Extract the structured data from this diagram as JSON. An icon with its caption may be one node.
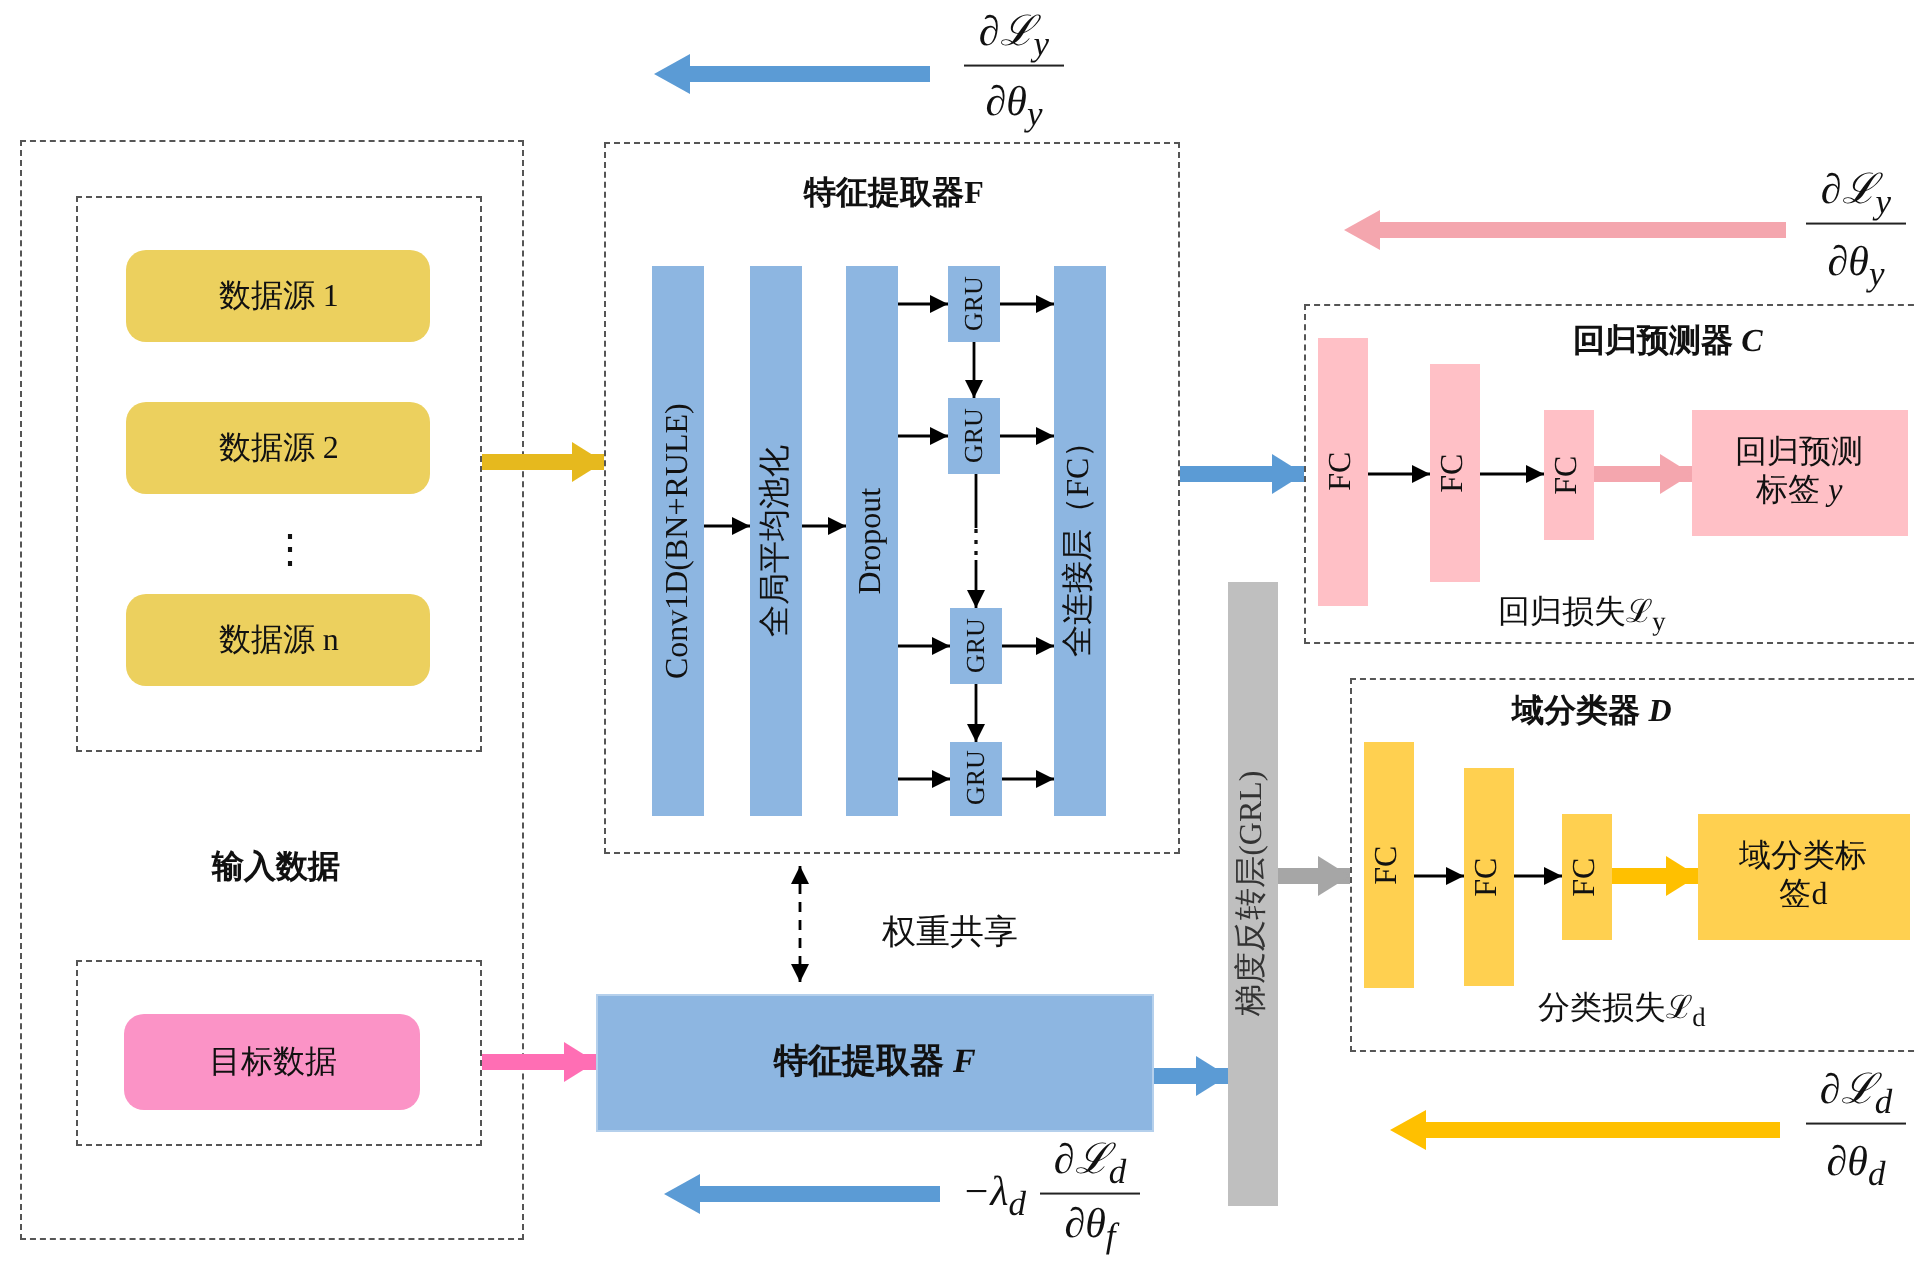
{
  "diagram": {
    "nodes": [
      {
        "text": [
          "输入数据"
        ]
      },
      {
        "text": [],
        "shape": "box",
        "in": 0
      },
      {
        "text": [
          "数据源 1"
        ],
        "in": 1
      },
      {
        "text": [
          "数据源 2"
        ],
        "in": 1
      },
      {
        "text": [
          "数据源 n"
        ],
        "in": 1
      },
      {
        "text": [],
        "shape": "box",
        "in": 0
      },
      {
        "text": [
          "目标数据"
        ],
        "in": 5
      },
      {
        "text": [
          "特征提取器F"
        ]
      },
      {
        "text": [
          "Conv1D(BN+RULE)"
        ],
        "in": 7
      },
      {
        "text": [
          "全局平均池化"
        ],
        "in": 7
      },
      {
        "text": [
          "Dropout"
        ],
        "in": 7
      },
      {
        "text": [
          "GRU"
        ],
        "in": 7
      },
      {
        "text": [
          "GRU"
        ],
        "in": 7
      },
      {
        "text": [
          "GRU"
        ],
        "in": 7
      },
      {
        "text": [
          "GRU"
        ],
        "in": 7
      },
      {
        "text": [
          "全连接层（FC）"
        ],
        "in": 7
      },
      {
        "text": [
          "回归预测器 *C*",
          "回归损失ℒ$_{y}$"
        ]
      },
      {
        "text": [
          "FC"
        ],
        "in": 16
      },
      {
        "text": [
          "FC"
        ],
        "in": 16
      },
      {
        "text": [
          "FC"
        ],
        "in": 16
      },
      {
        "text": [
          "回归预测标签 *y*"
        ],
        "in": 16
      },
      {
        "text": [
          "域分类器 *D*",
          "分类损失ℒ$_{d}$"
        ]
      },
      {
        "text": [
          "FC"
        ],
        "in": 21
      },
      {
        "text": [
          "FC"
        ],
        "in": 21
      },
      {
        "text": [
          "FC"
        ],
        "in": 21
      },
      {
        "text": [
          "域分类标签d"
        ],
        "in": 21
      },
      {
        "text": [
          "特征提取器 *F*"
        ]
      },
      {
        "text": [
          "梯度反转层(GRL)"
        ]
      }
    ],
    "edges": [
      {
        "from": 1,
        "to": 7,
        "arrow": "to",
        "style": "thick",
        "color": "#e6b91e"
      },
      {
        "from": 5,
        "to": 26,
        "arrow": "to",
        "style": "thick",
        "color": "#ff6eb4"
      },
      {
        "from": 8,
        "to": 9,
        "arrow": "to"
      },
      {
        "from": 9,
        "to": 10,
        "arrow": "to"
      },
      {
        "from": 10,
        "to": 11,
        "arrow": "to"
      },
      {
        "from": 10,
        "to": 12,
        "arrow": "to"
      },
      {
        "from": 10,
        "to": 13,
        "arrow": "to"
      },
      {
        "from": 10,
        "to": 14,
        "arrow": "to"
      },
      {
        "from": 11,
        "to": 12,
        "arrow": "to"
      },
      {
        "from": 12,
        "to": 13,
        "arrow": "to",
        "label": "⋮"
      },
      {
        "from": 13,
        "to": 14,
        "arrow": "to"
      },
      {
        "from": 11,
        "to": 15,
        "arrow": "to"
      },
      {
        "from": 12,
        "to": 15,
        "arrow": "to"
      },
      {
        "from": 13,
        "to": 15,
        "arrow": "to"
      },
      {
        "from": 14,
        "to": 15,
        "arrow": "to"
      },
      {
        "from": 7,
        "to": 16,
        "arrow": "to",
        "style": "thick",
        "color": "#5b9bd5"
      },
      {
        "from": 17,
        "to": 18,
        "arrow": "to"
      },
      {
        "from": 18,
        "to": 19,
        "arrow": "to"
      },
      {
        "from": 19,
        "to": 20,
        "arrow": "to",
        "style": "thick",
        "color": "#f4a6ae"
      },
      {
        "from": 7,
        "to": 26,
        "arrow": "both",
        "style": "dashed",
        "label": "权重共享"
      },
      {
        "from": 26,
        "to": 27,
        "arrow": "to",
        "style": "thick",
        "color": "#5b9bd5"
      },
      {
        "from": 27,
        "to": 21,
        "arrow": "to",
        "style": "thick",
        "color": "#a6a6a6"
      },
      {
        "from": 22,
        "to": 23,
        "arrow": "to"
      },
      {
        "from": 23,
        "to": 24,
        "arrow": "to"
      },
      {
        "from": 24,
        "to": 25,
        "arrow": "to",
        "style": "thick",
        "color": "#ffc000"
      }
    ],
    "labels": [
      "∂ℒ$_{y}$",
      "∂*θ*$_{y}$",
      "∂ℒ$_{y}$",
      "∂*θ*$_{y}$",
      "⋮",
      "∂ℒ$_{d}$",
      "∂*θ*$_{d}$",
      "−*λ*$_{d}$",
      "∂ℒ$_{d}$",
      "∂*θ*$_{f}$"
    ]
  }
}
